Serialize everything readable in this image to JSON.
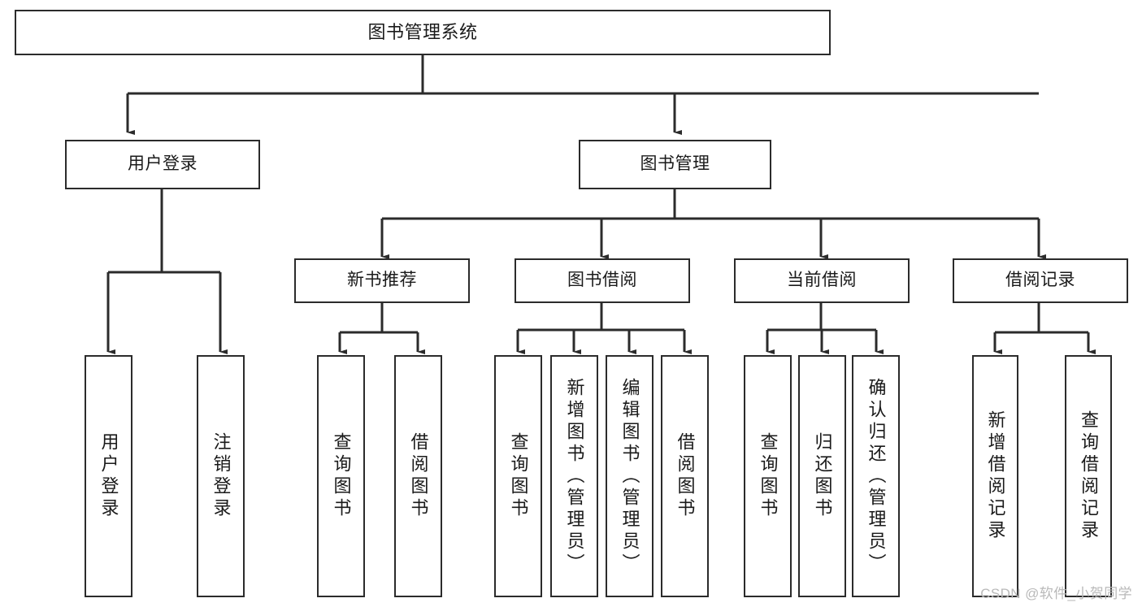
{
  "diagram": {
    "title": "图书管理系统",
    "watermark": "CSDN @软件_小贺同学",
    "colors": {
      "box_stroke": "#2b2b2b",
      "box_fill": "#ffffff",
      "connector": "#2b2b2b",
      "text": "#1a1a1a",
      "watermark": "#b9b9b9",
      "background": "#ffffff"
    },
    "nodes": {
      "root": {
        "label": "图书管理系统"
      },
      "level2": [
        {
          "id": "user-login",
          "label": "用户登录"
        },
        {
          "id": "book-manage",
          "label": "图书管理"
        }
      ],
      "level3": [
        {
          "id": "new-book-recommend",
          "label": "新书推荐"
        },
        {
          "id": "book-borrow",
          "label": "图书借阅"
        },
        {
          "id": "current-borrow",
          "label": "当前借阅"
        },
        {
          "id": "borrow-record",
          "label": "借阅记录"
        }
      ],
      "leaves": [
        {
          "id": "leaf-user-login",
          "label": "用户登录",
          "parent": "user-login"
        },
        {
          "id": "leaf-logout-login",
          "label": "注销登录",
          "parent": "user-login"
        },
        {
          "id": "leaf-query-book-1",
          "label": "查询图书",
          "parent": "new-book-recommend"
        },
        {
          "id": "leaf-borrow-book-1",
          "label": "借阅图书",
          "parent": "new-book-recommend"
        },
        {
          "id": "leaf-query-book-2",
          "label": "查询图书",
          "parent": "book-borrow"
        },
        {
          "id": "leaf-add-book",
          "label": "新增图书（管理员）",
          "parent": "book-borrow"
        },
        {
          "id": "leaf-edit-book",
          "label": "编辑图书（管理员）",
          "parent": "book-borrow"
        },
        {
          "id": "leaf-borrow-book-2",
          "label": "借阅图书",
          "parent": "book-borrow"
        },
        {
          "id": "leaf-query-book-3",
          "label": "查询图书",
          "parent": "current-borrow"
        },
        {
          "id": "leaf-return-book",
          "label": "归还图书",
          "parent": "current-borrow"
        },
        {
          "id": "leaf-confirm-return",
          "label": "确认归还（管理员）",
          "parent": "current-borrow"
        },
        {
          "id": "leaf-add-record",
          "label": "新增借阅记录",
          "parent": "borrow-record"
        },
        {
          "id": "leaf-query-record",
          "label": "查询借阅记录",
          "parent": "borrow-record"
        }
      ]
    }
  }
}
